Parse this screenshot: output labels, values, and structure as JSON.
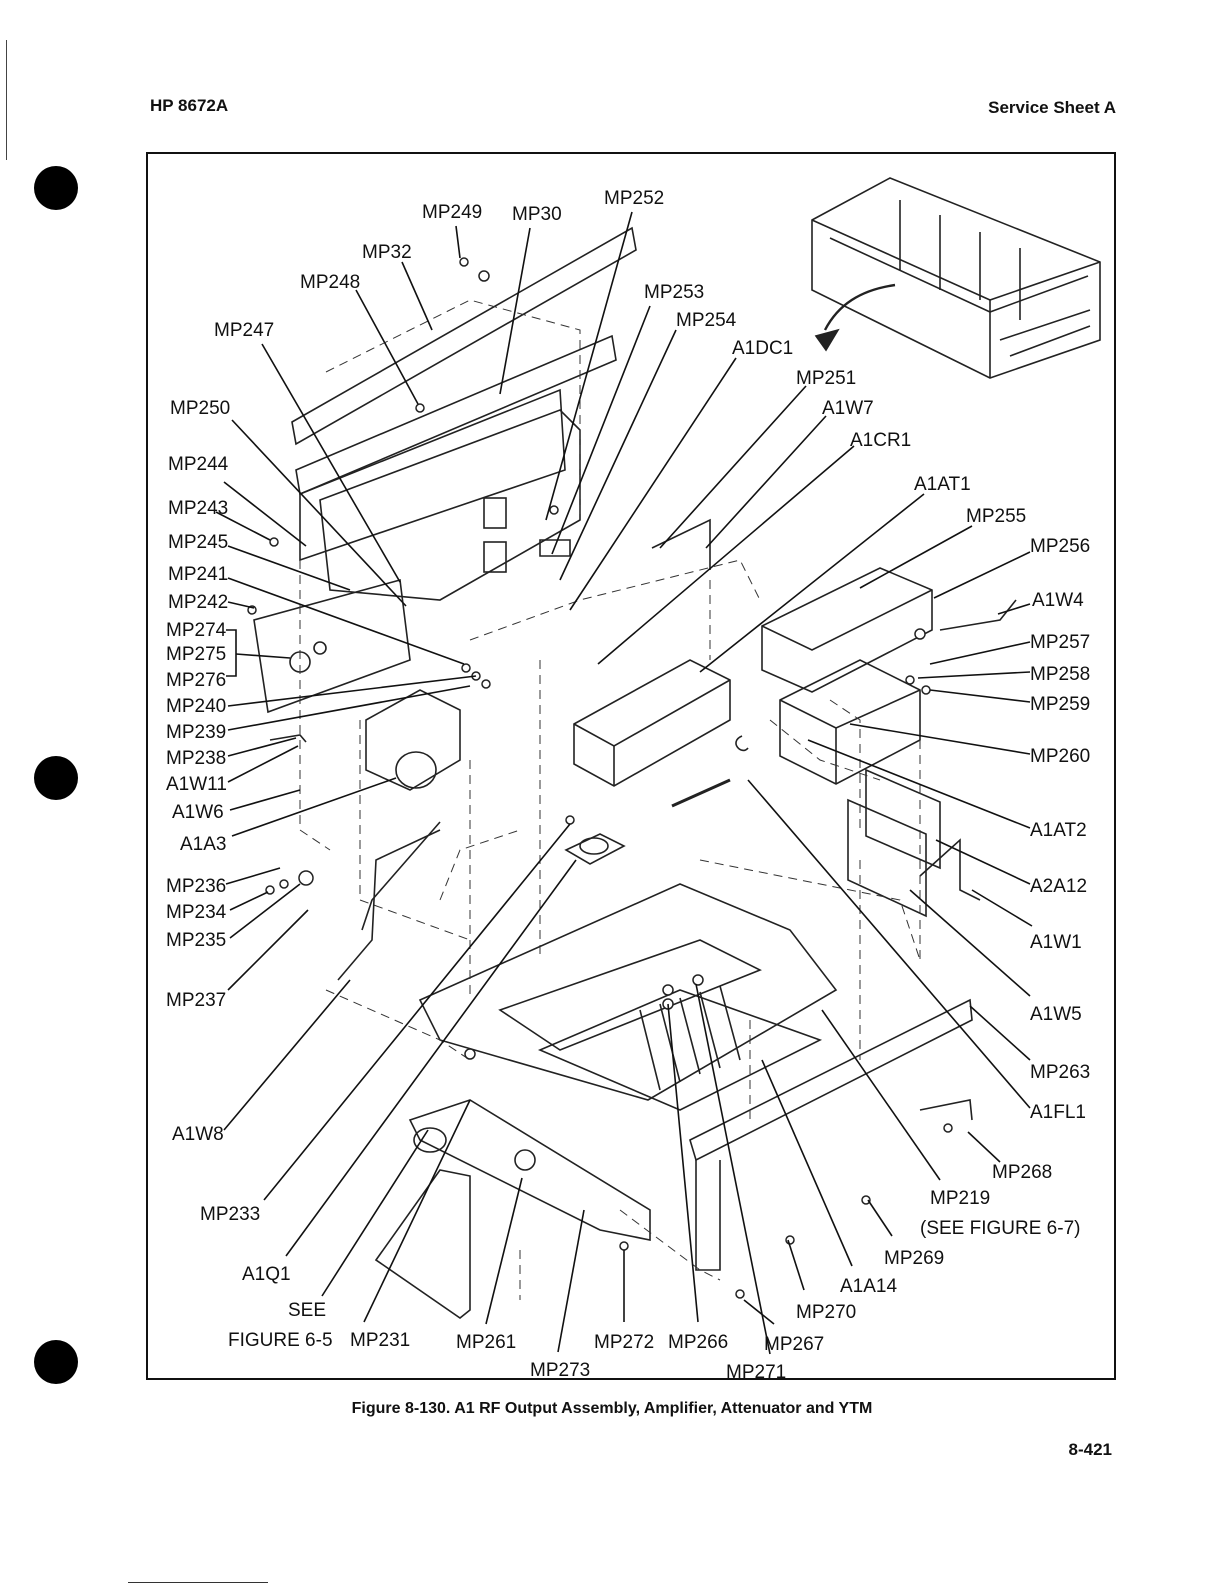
{
  "header": {
    "left": "HP 8672A",
    "right": "Service Sheet A"
  },
  "caption": "Figure 8-130. A1 RF Output Assembly, Amplifier, Attenuator and YTM",
  "page_number": "8-421",
  "callouts": {
    "mp249": "MP249",
    "mp30": "MP30",
    "mp252": "MP252",
    "mp32": "MP32",
    "mp248": "MP248",
    "mp253": "MP253",
    "mp254": "MP254",
    "mp247": "MP247",
    "a1dc1": "A1DC1",
    "mp251": "MP251",
    "a1w7": "A1W7",
    "mp250": "MP250",
    "a1cr1": "A1CR1",
    "mp244": "MP244",
    "a1at1": "A1AT1",
    "mp243": "MP243",
    "mp255": "MP255",
    "mp245": "MP245",
    "mp256": "MP256",
    "mp241": "MP241",
    "mp242": "MP242",
    "a1w4": "A1W4",
    "mp274": "MP274",
    "mp257": "MP257",
    "mp275": "MP275",
    "mp258": "MP258",
    "mp276": "MP276",
    "mp259": "MP259",
    "mp240": "MP240",
    "mp239": "MP239",
    "mp238": "MP238",
    "mp260": "MP260",
    "a1w11": "A1W11",
    "a1w6": "A1W6",
    "a1a3": "A1A3",
    "a1at2": "A1AT2",
    "mp236": "MP236",
    "a2a12": "A2A12",
    "mp234": "MP234",
    "mp235": "MP235",
    "a1w1": "A1W1",
    "mp237": "MP237",
    "a1w5": "A1W5",
    "mp263": "MP263",
    "a1fl1": "A1FL1",
    "a1w8": "A1W8",
    "mp268": "MP268",
    "mp219": "MP219",
    "see_fig_67": "(SEE FIGURE 6-7)",
    "mp233": "MP233",
    "mp269": "MP269",
    "a1q1": "A1Q1",
    "a1a14": "A1A14",
    "see": "SEE",
    "mp270": "MP270",
    "figure_65": "FIGURE 6-5",
    "mp231": "MP231",
    "mp261": "MP261",
    "mp272": "MP272",
    "mp266": "MP266",
    "mp267": "MP267",
    "mp273": "MP273",
    "mp271": "MP271"
  }
}
